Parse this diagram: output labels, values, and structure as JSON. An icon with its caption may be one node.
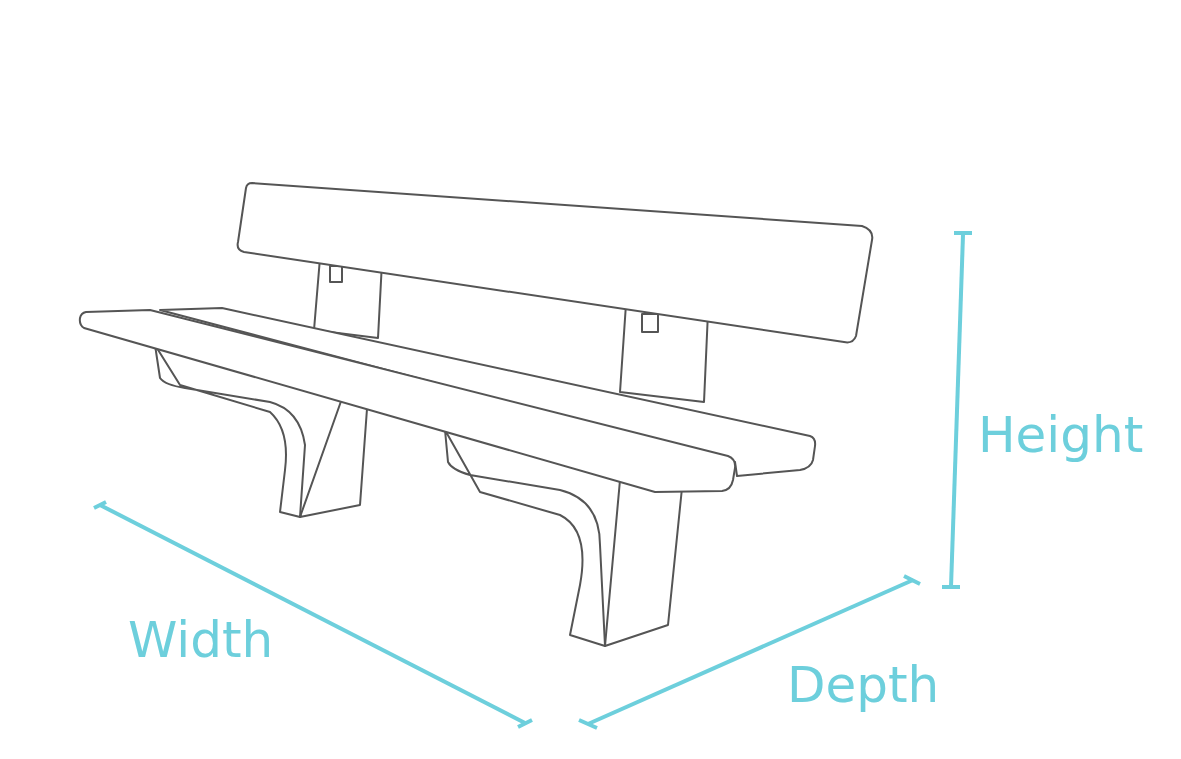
{
  "diagram": {
    "labels": [
      "Height",
      "Width",
      "Depth"
    ]
  }
}
